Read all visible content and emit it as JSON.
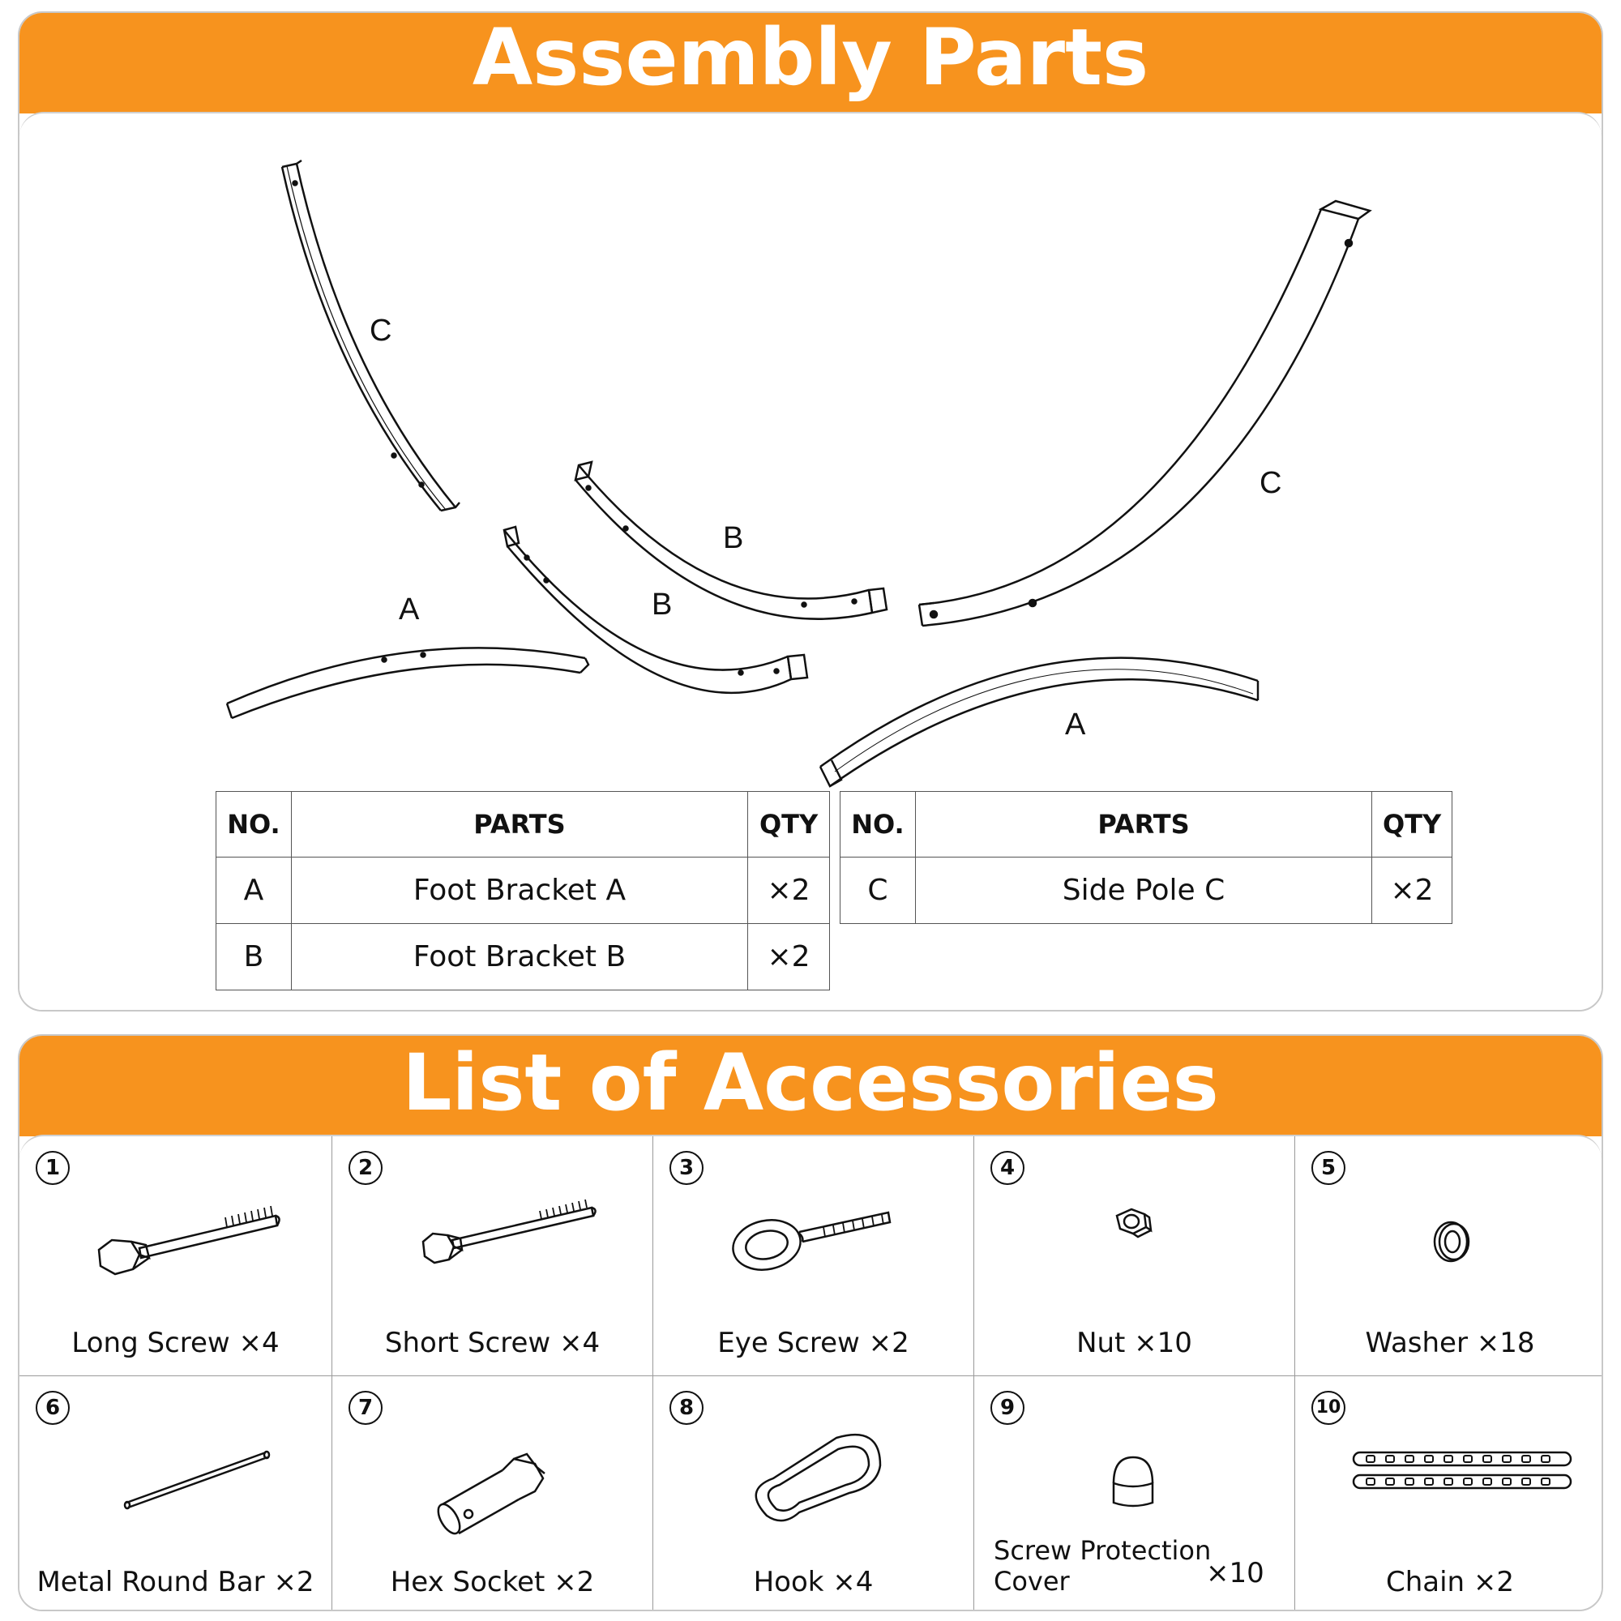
{
  "assembly_parts": {
    "title": "Assembly Parts",
    "diagram_labels": {
      "c_left": "C",
      "c_right": "C",
      "b_upper": "B",
      "b_lower": "B",
      "a_left": "A",
      "a_right": "A"
    },
    "table_headers": {
      "no": "NO.",
      "parts": "PARTS",
      "qty": "QTY"
    },
    "table_left": [
      {
        "no": "A",
        "part": "Foot Bracket A",
        "qty": "×2"
      },
      {
        "no": "B",
        "part": "Foot Bracket B",
        "qty": "×2"
      }
    ],
    "table_right": [
      {
        "no": "C",
        "part": "Side Pole C",
        "qty": "×2"
      }
    ]
  },
  "accessories": {
    "title": "List of Accessories",
    "items": [
      {
        "num": "1",
        "label": "Long Screw ×4",
        "icon": "long-screw-icon"
      },
      {
        "num": "2",
        "label": "Short Screw ×4",
        "icon": "short-screw-icon"
      },
      {
        "num": "3",
        "label": "Eye Screw ×2",
        "icon": "eye-screw-icon"
      },
      {
        "num": "4",
        "label": "Nut ×10",
        "icon": "nut-icon"
      },
      {
        "num": "5",
        "label": "Washer ×18",
        "icon": "washer-icon"
      },
      {
        "num": "6",
        "label": "Metal Round Bar ×2",
        "icon": "metal-round-bar-icon"
      },
      {
        "num": "7",
        "label": "Hex Socket ×2",
        "icon": "hex-socket-icon"
      },
      {
        "num": "8",
        "label": "Hook ×4",
        "icon": "hook-icon"
      },
      {
        "num": "9",
        "label_line1": "Screw Protection",
        "label_line2": "Cover",
        "qty": "×10",
        "icon": "screw-protection-cover-icon"
      },
      {
        "num": "10",
        "label": "Chain ×2",
        "icon": "chain-icon"
      }
    ]
  }
}
